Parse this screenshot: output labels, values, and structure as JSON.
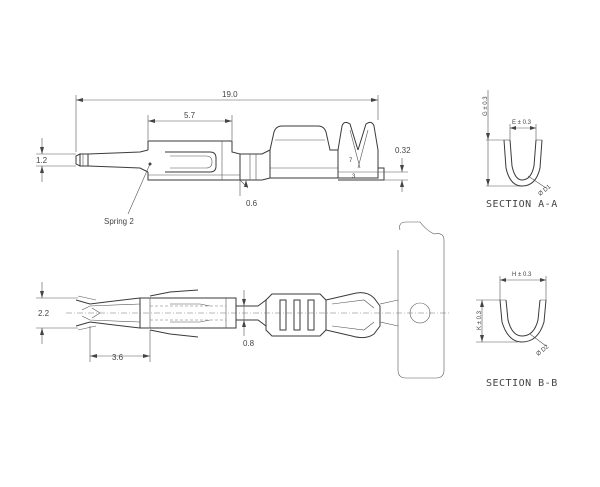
{
  "dimensions": {
    "overall_length": "19.0",
    "front_length": "5.7",
    "height_a": "1.2",
    "thickness": "0.32",
    "width_a": "0.6",
    "height_b": "2.2",
    "offset_b": "3.6",
    "width_b": "0.8"
  },
  "labels": {
    "spring": "Spring 2",
    "mark_a": "7",
    "mark_b": "3"
  },
  "section_a": {
    "title": "SECTION A-A",
    "dim_g": "G ± 0.3",
    "dim_e": "E ± 0.3",
    "dia": "Ø D1"
  },
  "section_b": {
    "title": "SECTION B-B",
    "dim_h": "H ± 0.3",
    "dim_k": "K ± 0.3",
    "dia": "Ø D2"
  }
}
